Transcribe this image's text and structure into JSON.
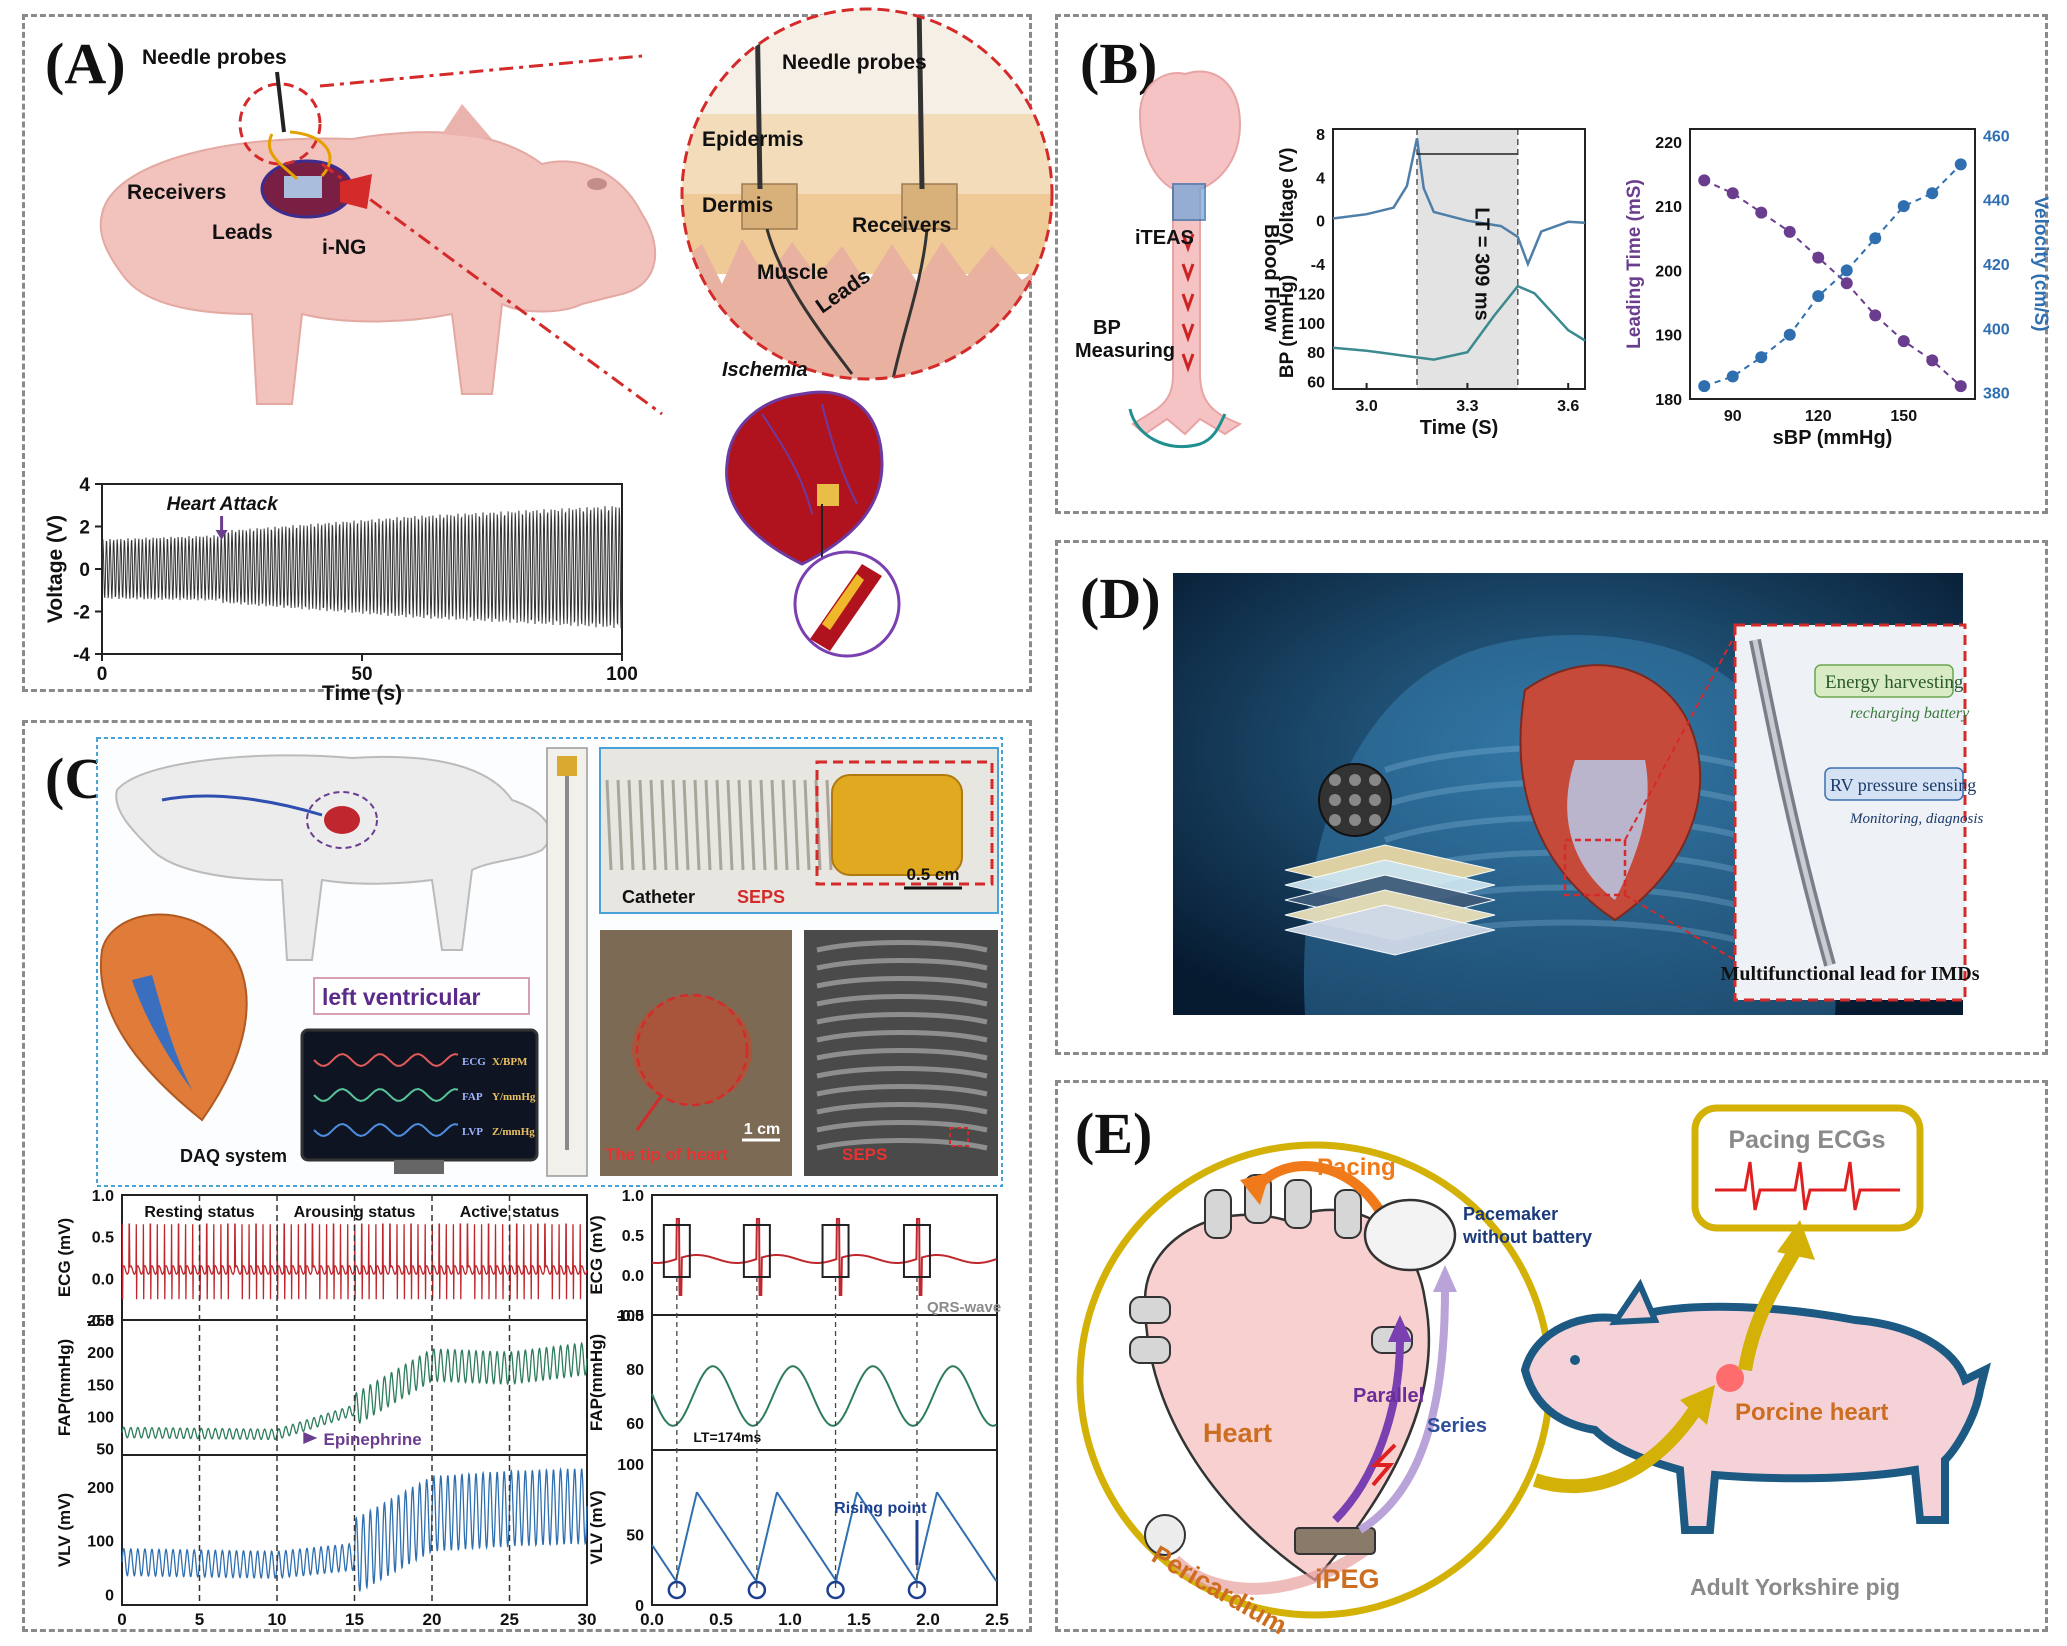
{
  "panels": {
    "A": {
      "label": "(A)",
      "schematic": {
        "needle_probes": "Needle probes",
        "receivers": "Receivers",
        "leads": "Leads",
        "ing": "i-NG",
        "ischemia": "Ischemia"
      },
      "zoom": {
        "needle_probes": "Needle probes",
        "epidermis": "Epidermis",
        "dermis": "Dermis",
        "receivers": "Receivers",
        "muscle": "Muscle",
        "leads": "Leads"
      }
    },
    "B": {
      "label": "(B)",
      "schematic": {
        "iteas": "iTEAS",
        "blood_flow": "Blood Flow",
        "bp_measuring_1": "BP",
        "bp_measuring_2": "Measuring"
      },
      "lt_annotation": "LT = 309 ms"
    },
    "C": {
      "label": "(C)",
      "schematic": {
        "left_ventricular": "left  ventricular",
        "daq": "DAQ system",
        "catheter": "Catheter",
        "seps": "SEPS",
        "scale_1": "0.5 cm",
        "tip_of_heart": "The tip of heart",
        "scale_2": "1 cm",
        "seps_xray": "SEPS",
        "monitor_ecg": "ECG",
        "monitor_ecg_unit": "X/BPM",
        "monitor_fap": "FAP",
        "monitor_fap_unit": "Y/mmHg",
        "monitor_lvp": "LVP",
        "monitor_lvp_unit": "Z/mmHg"
      },
      "status": {
        "rest": "Resting status",
        "arouse": "Arousing status",
        "active": "Active status"
      },
      "annotations": {
        "epinephrine": "Epinephrine",
        "qrs": "QRS-wave",
        "lt": "LT=174ms",
        "rising": "Rising point"
      }
    },
    "D": {
      "label": "(D)",
      "energy": "Energy harvesting",
      "recharging": "recharging battery",
      "rv": "RV pressure sensing",
      "monitoring": "Monitoring, diagnosis",
      "lead": "Multifunctional lead for IMDs"
    },
    "E": {
      "label": "(E)",
      "pacing": "Pacing",
      "pacemaker_1": "Pacemaker",
      "pacemaker_2": "without battery",
      "heart": "Heart",
      "parallel": "Parallel",
      "series": "Series",
      "pericardium": "Pericardium",
      "ipeg": "iPEG",
      "pacing_ecgs": "Pacing ECGs",
      "porcine_heart": "Porcine heart",
      "pig": "Adult Yorkshire pig"
    }
  },
  "colors": {
    "ecg_red": "#c0262d",
    "fap_green": "#2e7d5a",
    "lvp_blue": "#2f6fb0",
    "purple": "#6a3d8f",
    "bp_blue": "#4f7fa8",
    "gold": "#d4b106",
    "orange": "#f07a1a",
    "pig_blue": "#1c5a84"
  },
  "chart_data": [
    {
      "id": "A-voltage",
      "type": "line",
      "title": "",
      "xlabel": "Time (s)",
      "ylabel": "Voltage (V)",
      "xlim": [
        0,
        100
      ],
      "ylim": [
        -4,
        4
      ],
      "xticks": [
        0,
        50,
        100
      ],
      "yticks": [
        -4,
        -2,
        0,
        2,
        4
      ],
      "annotation": "Heart Attack",
      "annotation_x": 23,
      "series": [
        {
          "envelope_before": [
            [
              0,
              -1.4,
              1.4
            ],
            [
              23,
              -1.5,
              1.6
            ]
          ],
          "envelope_after": [
            [
              23,
              -1.6,
              1.8
            ],
            [
              60,
              -2.3,
              2.5
            ],
            [
              100,
              -2.8,
              3.0
            ]
          ]
        }
      ]
    },
    {
      "id": "B-voltage",
      "type": "line",
      "ylabel": "Voltage (V)",
      "ylim": [
        -4,
        8
      ],
      "yticks": [
        -4,
        0,
        4,
        8
      ],
      "x": [
        2.9,
        3.0,
        3.08,
        3.12,
        3.15,
        3.17,
        3.2,
        3.3,
        3.4,
        3.45,
        3.48,
        3.52,
        3.6,
        3.65
      ],
      "y": [
        0.2,
        0.6,
        1.2,
        3.2,
        7.6,
        3.0,
        0.8,
        0.0,
        -0.5,
        -1.5,
        -4.0,
        -1.0,
        -0.1,
        -0.2
      ]
    },
    {
      "id": "B-bp",
      "type": "line",
      "xlabel": "Time (S)",
      "ylabel": "BP (mmHg)",
      "xlim": [
        2.9,
        3.65
      ],
      "ylim": [
        55,
        140
      ],
      "xticks": [
        3.0,
        3.3,
        3.6
      ],
      "yticks": [
        60,
        80,
        100,
        120
      ],
      "shaded_x": [
        3.15,
        3.45
      ],
      "x": [
        2.9,
        3.0,
        3.1,
        3.2,
        3.3,
        3.38,
        3.45,
        3.5,
        3.6,
        3.65
      ],
      "y": [
        83,
        81,
        78,
        75,
        80,
        105,
        125,
        120,
        95,
        88
      ]
    },
    {
      "id": "B-leading-time",
      "type": "scatter",
      "xlabel": "sBP (mmHg)",
      "ylabel": "Leading Time (mS)",
      "y2label": "Velocity (cm/S)",
      "xlim": [
        75,
        175
      ],
      "ylim": [
        180,
        222
      ],
      "y2lim": [
        378,
        462
      ],
      "xticks": [
        90,
        120,
        150
      ],
      "yticks": [
        180,
        190,
        200,
        210,
        220
      ],
      "y2ticks": [
        380,
        400,
        420,
        440,
        460
      ],
      "series": [
        {
          "name": "",
          "axis": "left",
          "x": [
            80,
            90,
            100,
            110,
            120,
            130,
            140,
            150,
            160,
            170
          ],
          "y": [
            214,
            212,
            209,
            206,
            202,
            198,
            193,
            189,
            186,
            182
          ]
        },
        {
          "name": "",
          "axis": "right",
          "x": [
            80,
            90,
            100,
            110,
            120,
            130,
            140,
            150,
            160,
            170
          ],
          "y": [
            382,
            385,
            391,
            398,
            410,
            418,
            428,
            438,
            442,
            451
          ]
        }
      ]
    },
    {
      "id": "C-left",
      "type": "line",
      "xlabel": "",
      "xlim": [
        0,
        30
      ],
      "xticks": [
        0,
        5,
        10,
        15,
        20,
        25,
        30
      ],
      "rows": [
        {
          "ylabel": "ECG (mV)",
          "ylim": [
            -0.5,
            1.0
          ],
          "yticks": [
            -0.5,
            0.0,
            0.5,
            1.0
          ]
        },
        {
          "ylabel": "FAP(mmHg)",
          "ylim": [
            40,
            250
          ],
          "yticks": [
            50,
            100,
            150,
            200,
            250
          ],
          "mean": [
            [
              0,
              75
            ],
            [
              10,
              72
            ],
            [
              15,
              110
            ],
            [
              20,
              180
            ],
            [
              25,
              175
            ],
            [
              30,
              190
            ]
          ]
        },
        {
          "ylabel": "VLV (mV)",
          "ylim": [
            -20,
            260
          ],
          "yticks": [
            0,
            100,
            200
          ],
          "mean": [
            [
              0,
              60
            ],
            [
              10,
              55
            ],
            [
              15,
              70
            ],
            [
              20,
              150
            ],
            [
              25,
              160
            ],
            [
              30,
              165
            ]
          ]
        }
      ]
    },
    {
      "id": "C-right",
      "type": "line",
      "xlim": [
        0,
        2.5
      ],
      "xticks": [
        0.0,
        0.5,
        1.0,
        1.5,
        2.0,
        2.5
      ],
      "beats": [
        0.18,
        0.76,
        1.33,
        1.92
      ],
      "rows": [
        {
          "ylabel": "ECG (mV)",
          "ylim": [
            -0.5,
            1.0
          ],
          "yticks": [
            -0.5,
            0.0,
            0.5,
            1.0
          ]
        },
        {
          "ylabel": "FAP(mmHg)",
          "ylim": [
            50,
            100
          ],
          "yticks": [
            60,
            80,
            100
          ]
        },
        {
          "ylabel": "VLV (mV)",
          "ylim": [
            0,
            110
          ],
          "yticks": [
            0,
            50,
            100
          ]
        }
      ]
    }
  ]
}
